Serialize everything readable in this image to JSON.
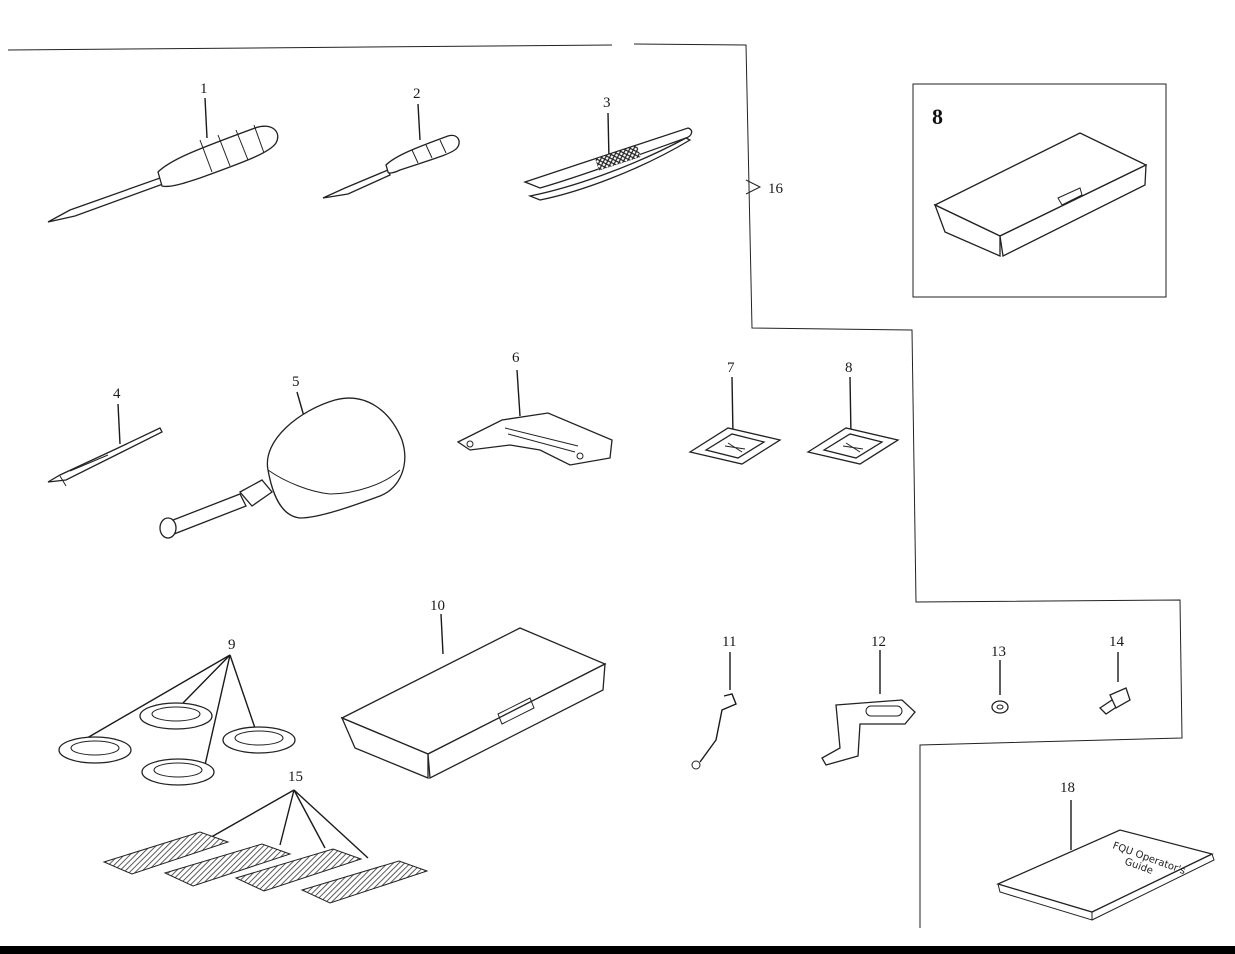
{
  "labels": {
    "l1": "1",
    "l2": "2",
    "l3": "3",
    "l4": "4",
    "l5": "5",
    "l6": "6",
    "l7": "7",
    "l8": "8",
    "l9": "9",
    "l10": "10",
    "l11": "11",
    "l12": "12",
    "l13": "13",
    "l14": "14",
    "l15": "15",
    "l16": "16",
    "l18": "18",
    "inset": "8"
  },
  "guide_text": [
    "FQU Operator's",
    "Guide"
  ],
  "colors": {
    "ink": "#1a1a1a",
    "paper": "#ffffff",
    "bar": "#000000"
  }
}
